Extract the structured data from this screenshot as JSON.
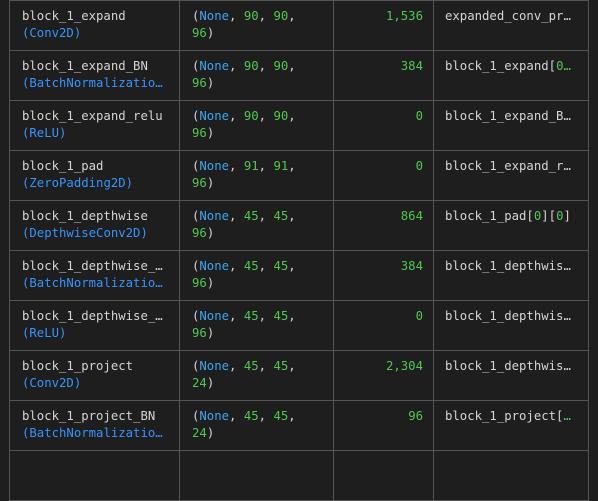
{
  "rows": [
    {
      "layer_name": "block_1_expand",
      "layer_type": "Conv2D",
      "shape_none": "None",
      "shape_h": "90",
      "shape_w": "90",
      "shape_c": "96",
      "params": "1,536",
      "connected_to": "expanded_conv_pr…",
      "connected_idx": ""
    },
    {
      "layer_name": "block_1_expand_BN",
      "layer_type": "BatchNormalizatio…",
      "shape_none": "None",
      "shape_h": "90",
      "shape_w": "90",
      "shape_c": "96",
      "params": "384",
      "connected_to": "block_1_expand[",
      "connected_idx": "0…"
    },
    {
      "layer_name": "block_1_expand_relu",
      "layer_type": "ReLU",
      "shape_none": "None",
      "shape_h": "90",
      "shape_w": "90",
      "shape_c": "96",
      "params": "0",
      "connected_to": "block_1_expand_B…",
      "connected_idx": ""
    },
    {
      "layer_name": "block_1_pad",
      "layer_type": "ZeroPadding2D",
      "shape_none": "None",
      "shape_h": "91",
      "shape_w": "91",
      "shape_c": "96",
      "params": "0",
      "connected_to": "block_1_expand_r…",
      "connected_idx": ""
    },
    {
      "layer_name": "block_1_depthwise",
      "layer_type": "DepthwiseConv2D",
      "shape_none": "None",
      "shape_h": "45",
      "shape_w": "45",
      "shape_c": "96",
      "params": "864",
      "connected_to": "block_1_pad[",
      "connected_idx": "0",
      "connected_mid": "][",
      "connected_idx2": "0",
      "connected_end": "]"
    },
    {
      "layer_name": "block_1_depthwise_…",
      "layer_type": "BatchNormalizatio…",
      "shape_none": "None",
      "shape_h": "45",
      "shape_w": "45",
      "shape_c": "96",
      "params": "384",
      "connected_to": "block_1_depthwis…",
      "connected_idx": ""
    },
    {
      "layer_name": "block_1_depthwise_…",
      "layer_type": "ReLU",
      "shape_none": "None",
      "shape_h": "45",
      "shape_w": "45",
      "shape_c": "96",
      "params": "0",
      "connected_to": "block_1_depthwis…",
      "connected_idx": ""
    },
    {
      "layer_name": "block_1_project",
      "layer_type": "Conv2D",
      "shape_none": "None",
      "shape_h": "45",
      "shape_w": "45",
      "shape_c": "24",
      "params": "2,304",
      "connected_to": "block_1_depthwis…",
      "connected_idx": ""
    },
    {
      "layer_name": "block_1_project_BN",
      "layer_type": "BatchNormalizatio…",
      "shape_none": "None",
      "shape_h": "45",
      "shape_w": "45",
      "shape_c": "24",
      "params": "96",
      "connected_to": "block_1_project[",
      "connected_idx": "…"
    }
  ]
}
